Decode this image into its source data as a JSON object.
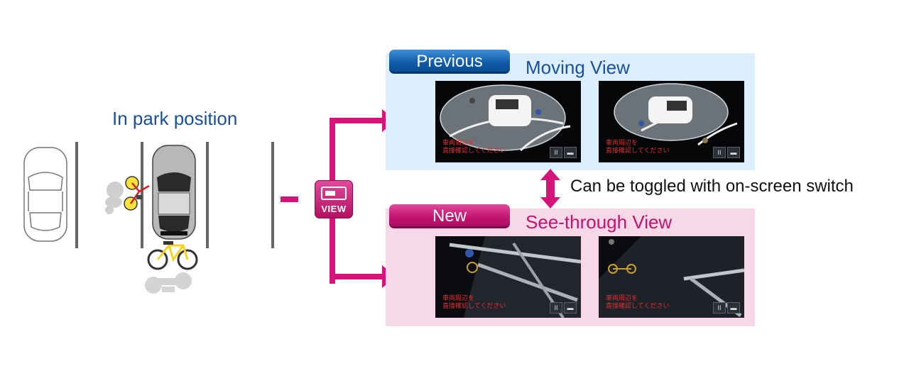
{
  "park_label": "In park position",
  "view_button": {
    "label": "VIEW",
    "icon": "camera-view-icon"
  },
  "previous": {
    "badge": "Previous",
    "title": "Moving View",
    "screens": [
      {
        "warning": "車両周辺を\n直接確認してください"
      },
      {
        "warning": "車両周辺を\n直接確認してください"
      }
    ]
  },
  "new": {
    "badge": "New",
    "title": "See-through View",
    "screens": [
      {
        "warning": "車両周辺を\n直接確認してください"
      },
      {
        "warning": "車両周辺を\n直接確認してください"
      }
    ]
  },
  "toggle_label": "Can be toggled with on-screen switch",
  "screen_buttons": {
    "pause": "II"
  },
  "colors": {
    "accent_magenta": "#d4147a",
    "accent_blue": "#1a4f9c",
    "panel_blue": "#dcefff",
    "panel_pink": "#f6d8e6"
  }
}
